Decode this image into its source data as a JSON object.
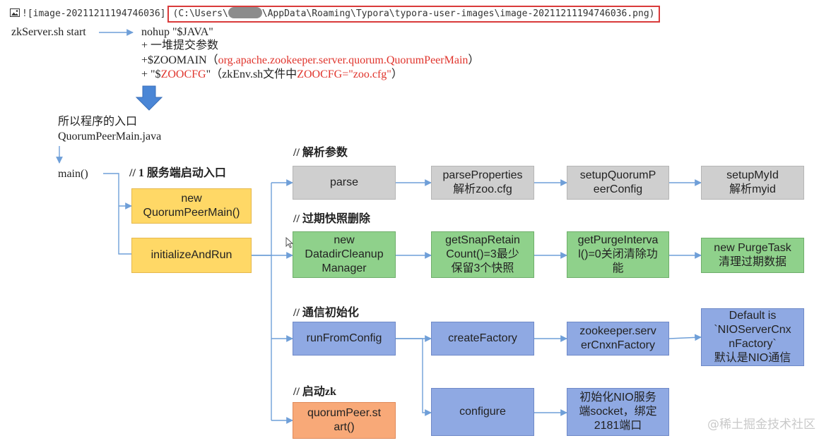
{
  "header": {
    "image_ref_prefix": "![image-20211211194746036]",
    "path_start": "(C:\\Users\\",
    "path_end": "\\AppData\\Roaming\\Typora\\typora-user-images\\image-20211211194746036.png)"
  },
  "startup": {
    "command": "zkServer.sh start",
    "line1": "nohup \"$JAVA\"",
    "line2": "+ 一堆提交参数",
    "line3_prefix": "+$ZOOMAIN（",
    "line3_red": "org.apache.zookeeper.server.quorum.QuorumPeerMain",
    "line3_suffix": "）",
    "line4_prefix": "+ \"$",
    "line4_red1": "ZOOCFG",
    "line4_mid": "\"（zkEnv.sh文件中",
    "line4_red2": "ZOOCFG=\"zoo.cfg\"",
    "line4_suffix": "）"
  },
  "entry": {
    "line1": "所以程序的入口",
    "line2": "QuorumPeerMain.java",
    "main": "main()"
  },
  "sections": {
    "service_entry": "// 1 服务端启动入口",
    "parse_args": "// 解析参数",
    "purge": "// 过期快照删除",
    "comm_init": "// 通信初始化",
    "start_zk": "// 启动zk"
  },
  "boxes": {
    "new_qpm": "new\nQuorumPeerMain()",
    "init_run": "initializeAndRun",
    "parse": "parse",
    "parse_props": "parseProperties\n解析zoo.cfg",
    "setup_qpc": "setupQuorumP\neerConfig",
    "setup_myid": "setupMyId\n解析myid",
    "new_ddcm": "new\nDatadirCleanup\nManager",
    "get_snap": "getSnapRetain\nCount()=3最少\n保留3个快照",
    "get_purge": "getPurgeInterva\nl()=0关闭清除功\n能",
    "purge_task": "new PurgeTask\n清理过期数据",
    "run_from_config": "runFromConfig",
    "create_factory": "createFactory",
    "zk_factory": "zookeeper.serv\nerCnxnFactory",
    "default_nio": "Default is\n`NIOServerCnx\nnFactory`\n默认是NIO通信",
    "qp_start": "quorumPeer.st\nart()",
    "configure": "configure",
    "init_nio": "初始化NIO服务\n端socket，绑定\n2181端口"
  },
  "watermark": "@稀土掘金技术社区",
  "colors": {
    "gray": "#cfcfcf",
    "orange": "#ffd866",
    "green": "#8fd18b",
    "blue": "#8fa9e3",
    "salmon": "#f8a978",
    "arrow": "#6f9fd8",
    "highlight": "#e0342c"
  }
}
